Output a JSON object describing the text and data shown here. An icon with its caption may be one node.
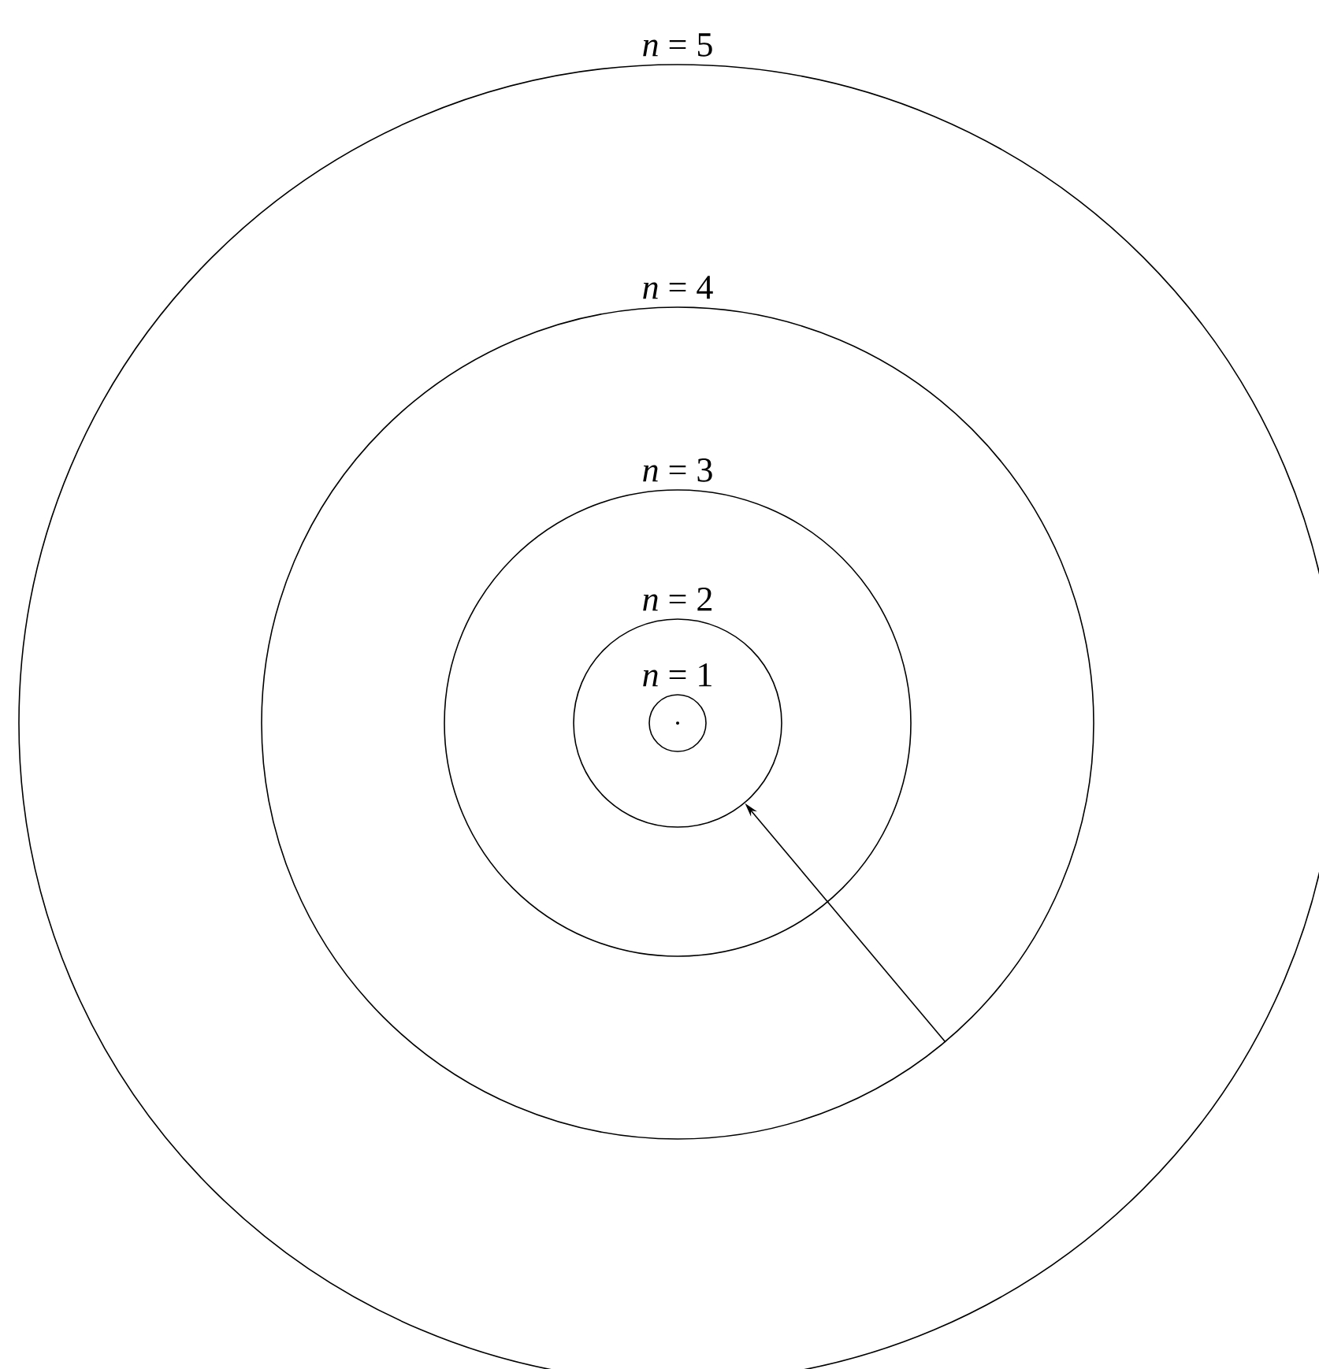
{
  "diagram": {
    "nodes": [
      {
        "text": [
          "*n* = 5"
        ]
      },
      {
        "text": [
          "*n* = 4"
        ],
        "in": 0
      },
      {
        "text": [
          "*n* = 3"
        ],
        "in": 1
      },
      {
        "text": [
          "*n* = 2"
        ],
        "in": 2
      },
      {
        "text": [
          "*n* = 1"
        ],
        "in": 3
      }
    ],
    "edges": [
      {
        "from": 1,
        "to": 3,
        "arrow": "to"
      }
    ]
  }
}
